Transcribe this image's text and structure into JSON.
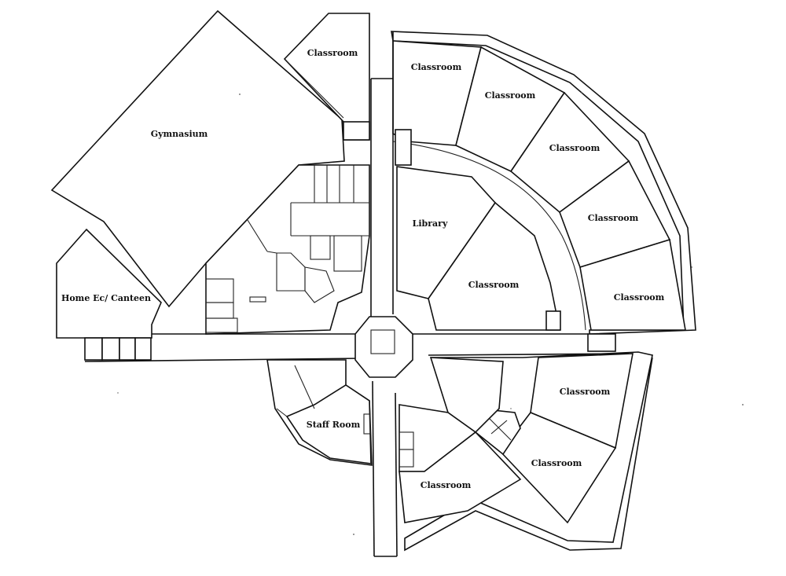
{
  "rooms": {
    "gymnasium": "Gymnasium",
    "home_ec": "Home Ec/ Canteen",
    "classroom_nw": "Classroom",
    "classroom_ne_1": "Classroom",
    "classroom_ne_2": "Classroom",
    "classroom_ne_3": "Classroom",
    "classroom_ne_4": "Classroom",
    "classroom_ne_5": "Classroom",
    "library": "Library",
    "classroom_ne_inner": "Classroom",
    "staff_room": "Staff Room",
    "classroom_se_1": "Classroom",
    "classroom_se_2": "Classroom",
    "classroom_s": "Classroom"
  }
}
